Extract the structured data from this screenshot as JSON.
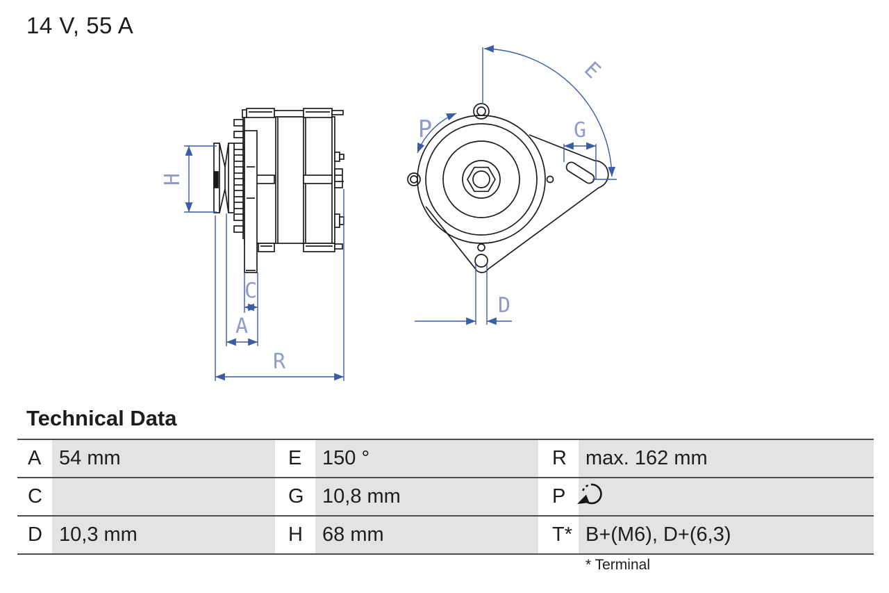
{
  "page": {
    "title": "14 V, 55 A",
    "background": "#ffffff"
  },
  "diagram": {
    "views": [
      "alternator-side-view",
      "alternator-front-view"
    ],
    "labels": {
      "H": "H",
      "C": "C",
      "A": "A",
      "R": "R",
      "P": "P",
      "E": "E",
      "G": "G",
      "D": "D"
    },
    "line_color": "#1c1c1c",
    "dimension_color": "#3a5ba6",
    "dimension_label_color": "#8e9bcb"
  },
  "technical_data": {
    "heading": "Technical Data",
    "rows": [
      [
        {
          "label": "A",
          "value": "54 mm"
        },
        {
          "label": "E",
          "value": "150 °"
        },
        {
          "label": "R",
          "value": "max. 162 mm"
        }
      ],
      [
        {
          "label": "C",
          "value": ""
        },
        {
          "label": "G",
          "value": "10,8 mm"
        },
        {
          "label": "P",
          "value": "",
          "icon": "rotation-direction-clockwise"
        }
      ],
      [
        {
          "label": "D",
          "value": "10,3 mm"
        },
        {
          "label": "H",
          "value": "68 mm"
        },
        {
          "label": "T*",
          "value": "B+(M6), D+(6,3)"
        }
      ]
    ],
    "footnote": "* Terminal",
    "cell_background": "#e3e3e3",
    "rule_color": "#4d4d4d"
  }
}
